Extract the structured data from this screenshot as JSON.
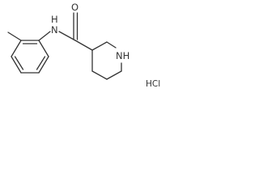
{
  "molecule": {
    "atoms": {
      "oxygen": "O",
      "amide_nh": "N",
      "amide_h": "H",
      "ring_nh": "NH"
    },
    "salt": "HCl"
  }
}
